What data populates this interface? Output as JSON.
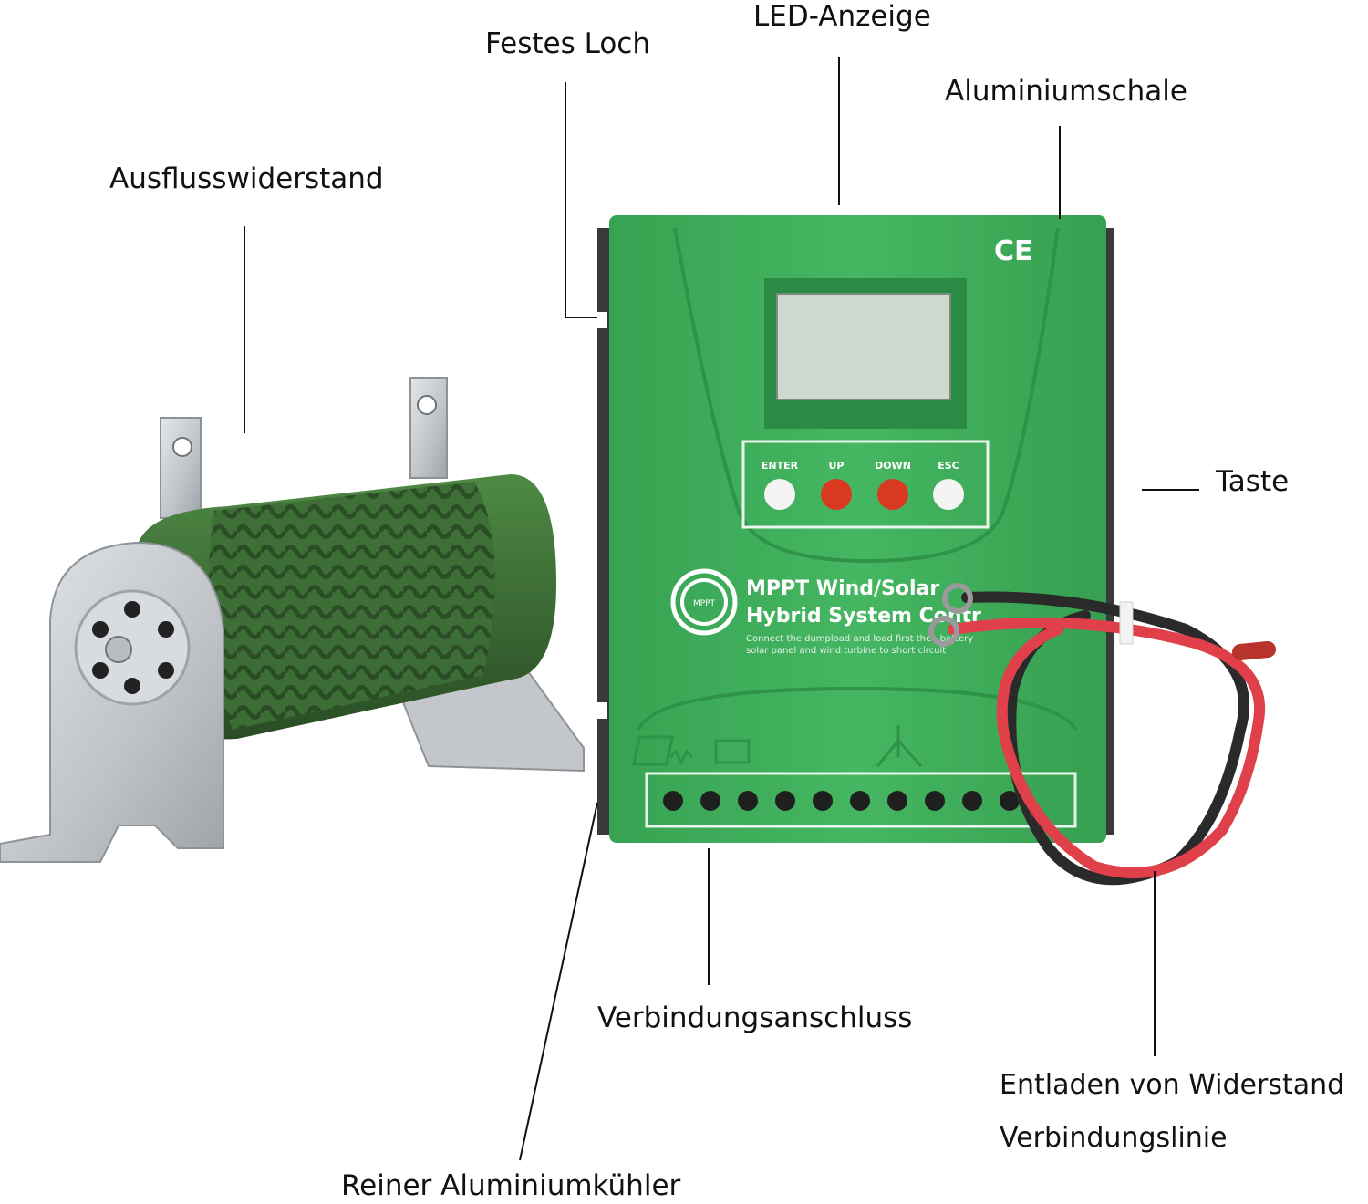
{
  "labels": {
    "led_display": "LED-Anzeige",
    "fixed_hole": "Festes Loch",
    "aluminium_shell": "Aluminiumschale",
    "dump_resistor": "Ausflusswiderstand",
    "button": "Taste",
    "connection_terminal": "Verbindungsanschluss",
    "discharge_line_1": "Entladen von Widerstand",
    "discharge_line_2": "Verbindungslinie",
    "aluminium_cooler": "Reiner Aluminiumkühler"
  },
  "controller": {
    "ce_mark": "CE",
    "buttons": {
      "enter": "ENTER",
      "up": "UP",
      "down": "DOWN",
      "esc": "ESC"
    },
    "brand_line_1": "MPPT Wind/Solar",
    "brand_line_2": "Hybrid System Contr",
    "fine_print_1": "Connect the dumpload and load first then battery",
    "fine_print_2": "solar panel and wind turbine to short circuit",
    "logo_text": "MPPT"
  },
  "colors": {
    "controller_green": "#3fae5a",
    "controller_dark_green": "#2f8f47",
    "lcd": "#cfd8cf",
    "button_white": "#f4f4f4",
    "button_red": "#d8391f",
    "resistor_green": "#3c6b36",
    "metal": "#c9ccd0",
    "cable_red": "#e0404a",
    "cable_black": "#2a2a2a"
  }
}
